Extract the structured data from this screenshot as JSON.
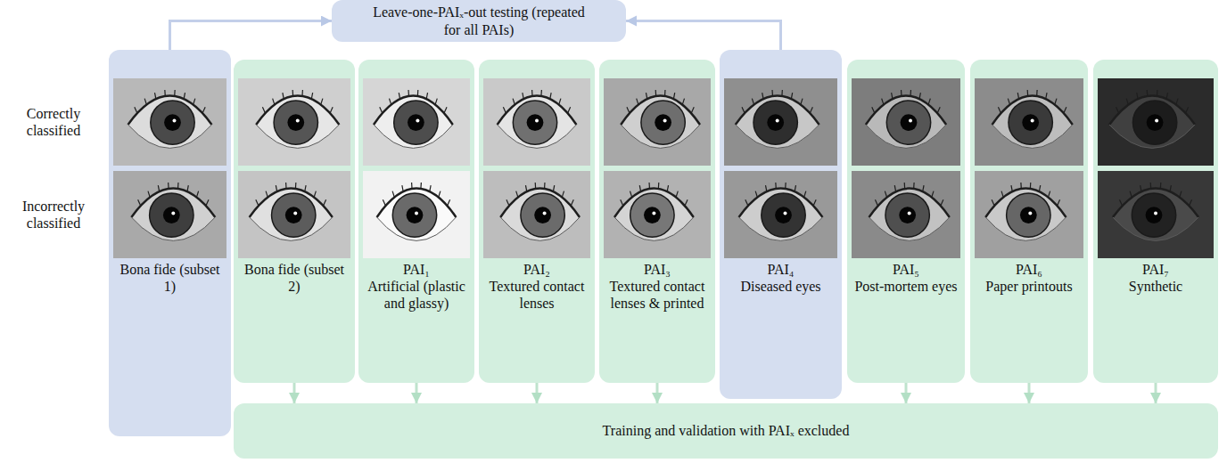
{
  "diagram": {
    "nodes": [
      {
        "text": [
          "Leave-one-PAIₓ-out testing (repeated for all PAIs)"
        ]
      },
      {
        "text": [
          "Bona fide (subset 1)"
        ]
      },
      {
        "text": [
          "Bona fide (subset 2)"
        ]
      },
      {
        "text": [
          "PAI₁",
          "Artificial (plastic and glassy)"
        ]
      },
      {
        "text": [
          "PAI₂",
          "Textured contact lenses"
        ]
      },
      {
        "text": [
          "PAI₃",
          "Textured contact lenses & printed"
        ]
      },
      {
        "text": [
          "PAI₄",
          "Diseased eyes"
        ]
      },
      {
        "text": [
          "PAI₅",
          "Post-mortem eyes"
        ]
      },
      {
        "text": [
          "PAI₆",
          "Paper printouts"
        ]
      },
      {
        "text": [
          "PAI₇",
          "Synthetic"
        ]
      },
      {
        "text": [
          "Training and validation with PAIₓ excluded"
        ]
      }
    ],
    "edges": [
      {
        "from": 1,
        "to": 0,
        "arrow": "to"
      },
      {
        "from": 6,
        "to": 0,
        "arrow": "to"
      },
      {
        "from": 2,
        "to": 10,
        "arrow": "to"
      },
      {
        "from": 3,
        "to": 10,
        "arrow": "to"
      },
      {
        "from": 4,
        "to": 10,
        "arrow": "to"
      },
      {
        "from": 5,
        "to": 10,
        "arrow": "to"
      },
      {
        "from": 7,
        "to": 10,
        "arrow": "to"
      },
      {
        "from": 8,
        "to": 10,
        "arrow": "to"
      },
      {
        "from": 9,
        "to": 10,
        "arrow": "to"
      }
    ],
    "labels": [
      "Correctly classified",
      "Incorrectly classified"
    ]
  }
}
